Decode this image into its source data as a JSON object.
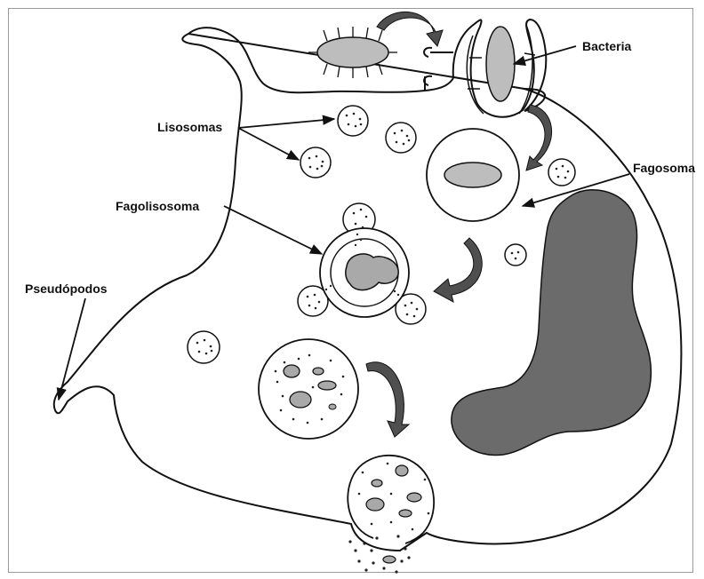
{
  "labels": {
    "bacteria": "Bacteria",
    "lisosomas": "Lisosomas",
    "fagosoma": "Fagosoma",
    "fagolisosoma": "Fagolisosoma",
    "pseudopodos": "Pseudópodos"
  },
  "colors": {
    "outline": "#111111",
    "nucleus": "#6b6b6b",
    "bacterium": "#bdbdbd",
    "curved_arrow": "#4f4f4f",
    "dots": "#222222"
  }
}
